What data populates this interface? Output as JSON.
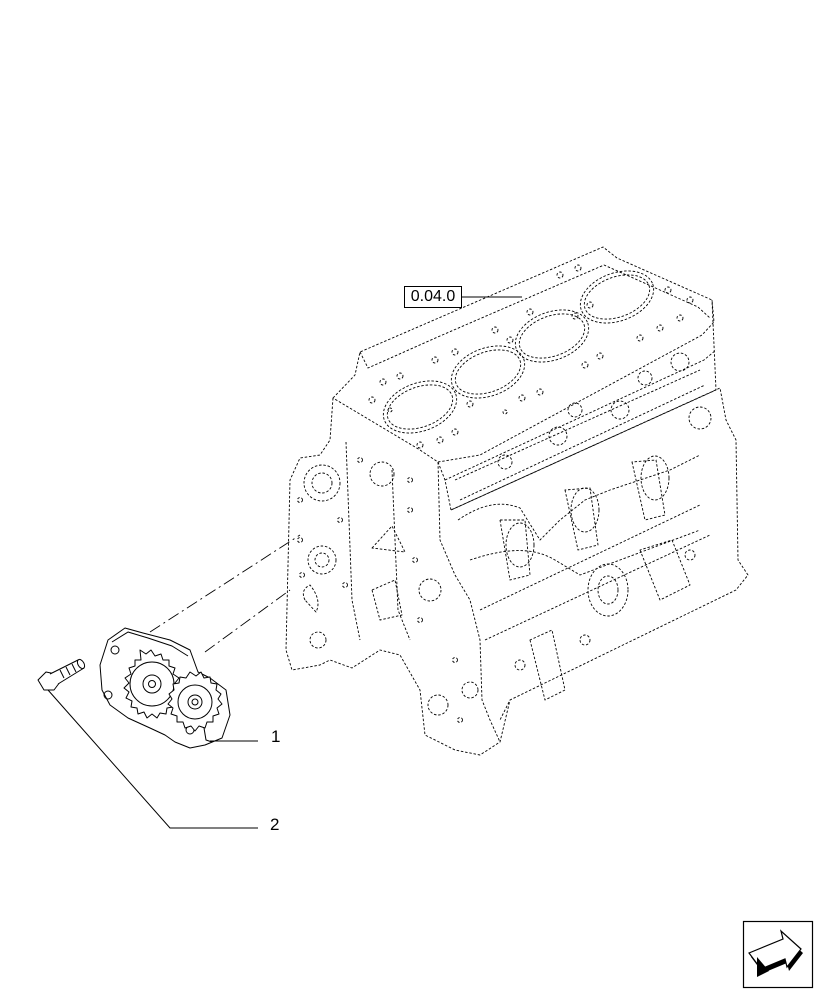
{
  "figure": {
    "reference_label": "0.04.0",
    "callouts": [
      {
        "number": "1",
        "part": "oil-pump"
      },
      {
        "number": "2",
        "part": "bolt"
      }
    ]
  },
  "navigation": {
    "icon": "arrow-icon"
  },
  "colors": {
    "line": "#000000",
    "background": "#ffffff"
  }
}
